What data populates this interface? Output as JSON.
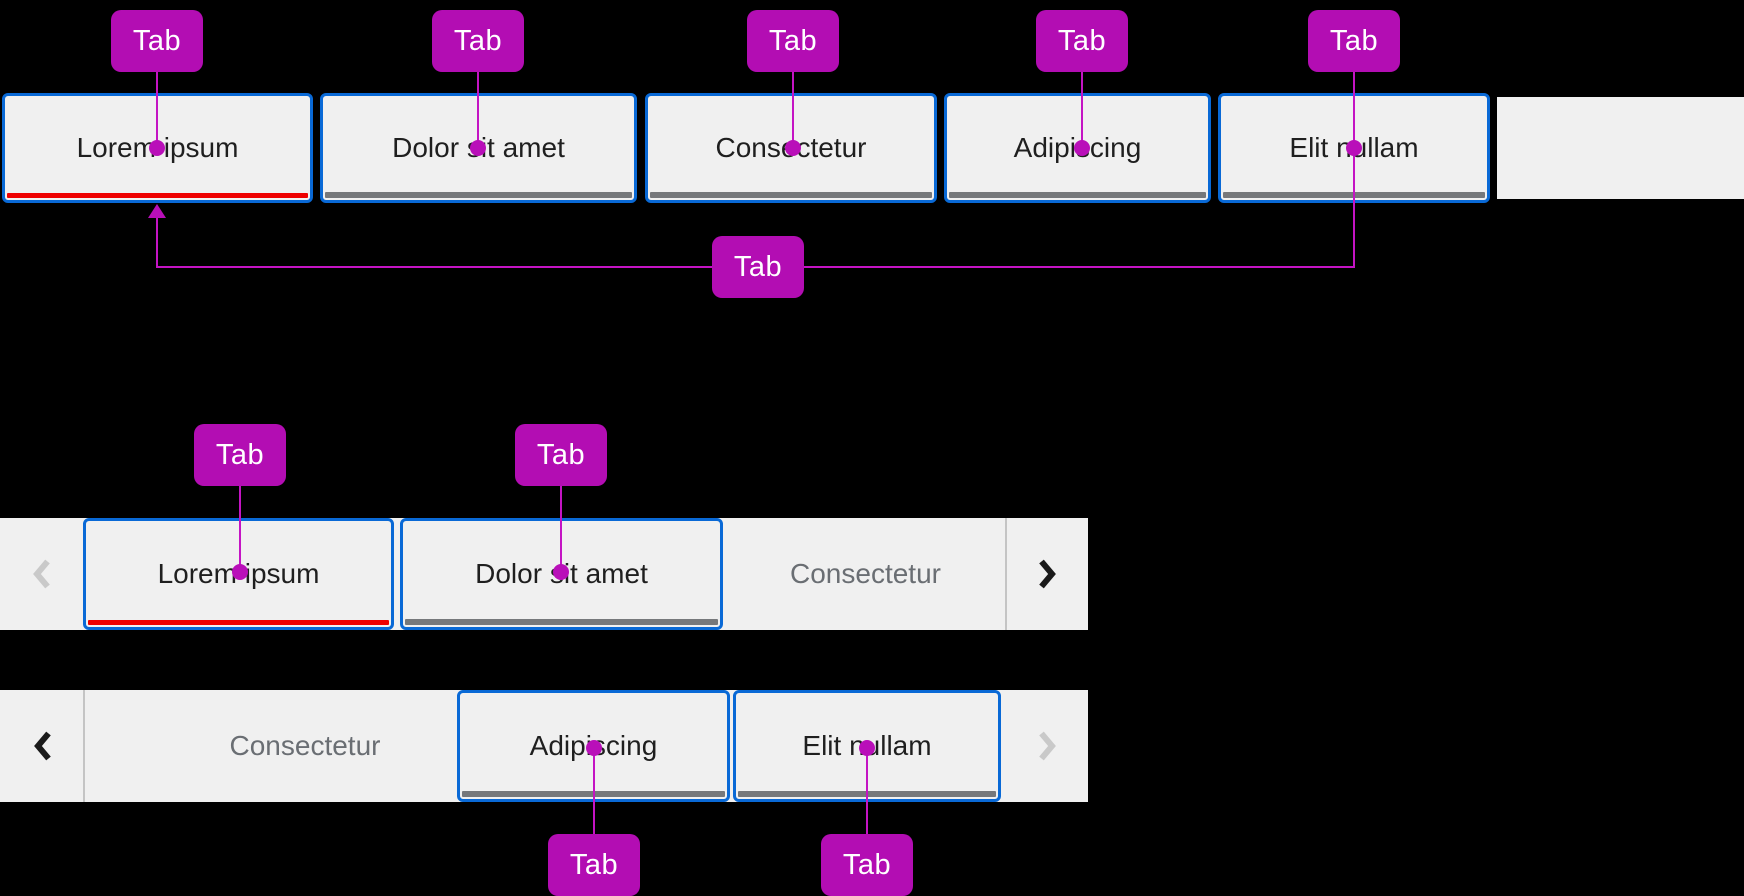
{
  "annotation": {
    "label_text": "Tab",
    "label_color": "#b30db3",
    "line_color": "#c414c4"
  },
  "colors": {
    "background": "#000000",
    "tab_background": "#f0f0f0",
    "focus_outline_blue": "#0969d6",
    "selected_underline_red": "#ee0000",
    "unselected_underline_gray": "#76787b",
    "tab_text": "#1f1f1f",
    "overflow_tab_text": "#6a6e73",
    "disabled_chevron": "#c9c9c9"
  },
  "top_tab_bar": {
    "callouts": [
      "Tab",
      "Tab",
      "Tab",
      "Tab",
      "Tab"
    ],
    "wrapped_callout": "Tab",
    "tabs": [
      {
        "label": "Lorem ipsum",
        "selected": true
      },
      {
        "label": "Dolor sit amet",
        "selected": false
      },
      {
        "label": "Consectetur",
        "selected": false
      },
      {
        "label": "Adipiscing",
        "selected": false
      },
      {
        "label": "Elit nullam",
        "selected": false
      }
    ]
  },
  "middle_tab_bar": {
    "callouts": [
      "Tab",
      "Tab"
    ],
    "scroll_left_icon": "angle-left-icon",
    "scroll_left_disabled": true,
    "scroll_right_icon": "angle-right-icon",
    "scroll_right_disabled": false,
    "tabs": [
      {
        "label": "Lorem ipsum",
        "selected": true
      },
      {
        "label": "Dolor sit amet",
        "selected": false
      },
      {
        "label": "Consectetur",
        "selected": false,
        "overflow": true
      }
    ]
  },
  "bottom_tab_bar": {
    "callouts": [
      "Tab",
      "Tab"
    ],
    "scroll_left_icon": "angle-left-icon",
    "scroll_left_disabled": false,
    "scroll_right_icon": "angle-right-icon",
    "scroll_right_disabled": true,
    "tabs": [
      {
        "label": "Consectetur",
        "selected": false,
        "overflow": true
      },
      {
        "label": "Adipiscing",
        "selected": false
      },
      {
        "label": "Elit nullam",
        "selected": false
      }
    ]
  }
}
